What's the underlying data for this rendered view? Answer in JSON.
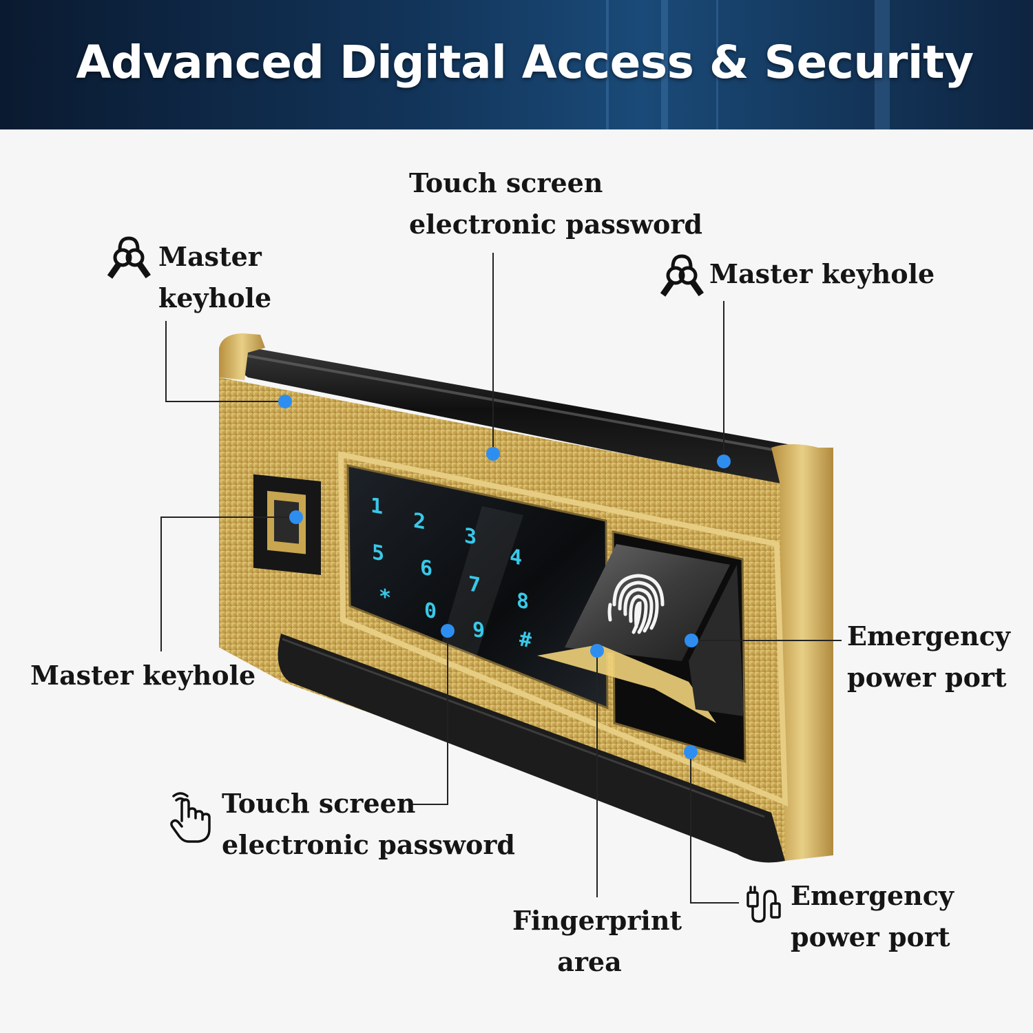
{
  "banner": {
    "title": "Advanced Digital Access & Security"
  },
  "callouts": {
    "touch_top": {
      "line1": "Touch screen",
      "line2": "electronic password"
    },
    "keyhole_top_left": {
      "line1": "Master",
      "line2": "keyhole"
    },
    "keyhole_top_right": {
      "line1": "Master keyhole"
    },
    "keyhole_left": {
      "line1": "Master keyhole"
    },
    "touch_bottom": {
      "line1": "Touch screen",
      "line2": "electronic password"
    },
    "emergency_right": {
      "line1": "Emergency",
      "line2": "power port"
    },
    "emergency_bottom": {
      "line1": "Emergency",
      "line2": "power port"
    },
    "fingerprint": {
      "line1": "Fingerprint",
      "line2": "area"
    }
  },
  "keypad": {
    "keys": [
      "1",
      "2",
      "3",
      "5",
      "6",
      "7",
      "4",
      "*",
      "0",
      "8",
      "9",
      "#"
    ]
  },
  "colors": {
    "accent_dot": "#2e8ef0",
    "gold": "#c9a64a",
    "banner": "#123459"
  },
  "icons": [
    "keys-icon",
    "keys-icon",
    "touch-hand-icon",
    "power-cable-icon",
    "fingerprint-icon"
  ]
}
